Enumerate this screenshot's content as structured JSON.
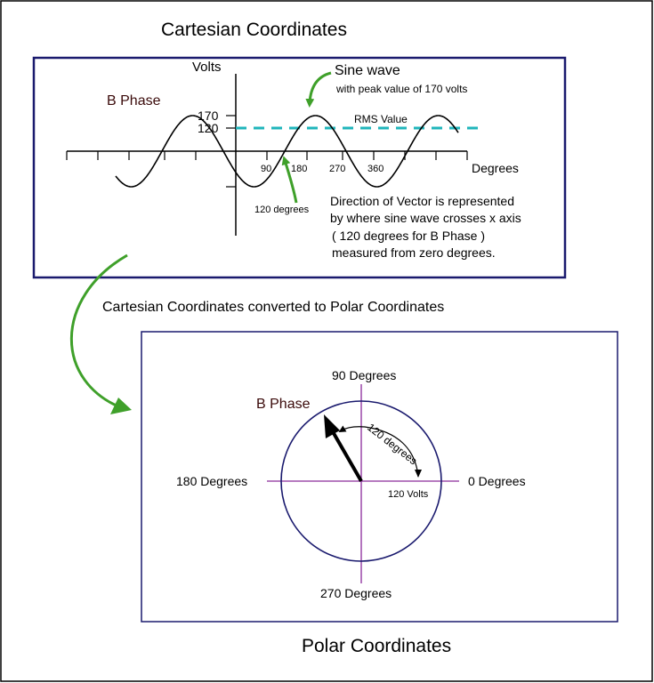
{
  "cartesian": {
    "title": "Cartesian Coordinates",
    "y_axis_label": "Volts",
    "x_axis_label": "Degrees",
    "phase_label": "B Phase",
    "sine_title": "Sine wave",
    "sine_subtitle": "with peak value of 170 volts",
    "rms_label": "RMS Value",
    "y_ticks": [
      "170",
      "120"
    ],
    "x_ticks": [
      "90",
      "180",
      "270",
      "360"
    ],
    "crossing_label": "120 degrees",
    "direction_text": [
      "Direction of Vector is represented",
      "by where sine wave crosses x axis",
      "( 120 degrees for B Phase )",
      "measured from zero degrees."
    ],
    "peak_value": 170,
    "rms_value": 120,
    "phase_shift_degrees": 120
  },
  "conversion_caption": "Cartesian Coordinates converted to Polar Coordinates",
  "polar": {
    "title": "Polar Coordinates",
    "phase_label": "B Phase",
    "axis_labels": {
      "top": "90 Degrees",
      "left": "180 Degrees",
      "right": "0 Degrees",
      "bottom": "270 Degrees"
    },
    "angle_label": "120 degrees",
    "magnitude_label": "120 Volts",
    "vector_angle_degrees": 120
  },
  "colors": {
    "frame": "#1a1a6e",
    "wave": "#000000",
    "rms_dash": "#1fb5bb",
    "green_arrow": "#3fa02a",
    "polar_axes": "#8a2a9a",
    "circle": "#1a1a6e",
    "phase_text": "#3a0a0a"
  }
}
